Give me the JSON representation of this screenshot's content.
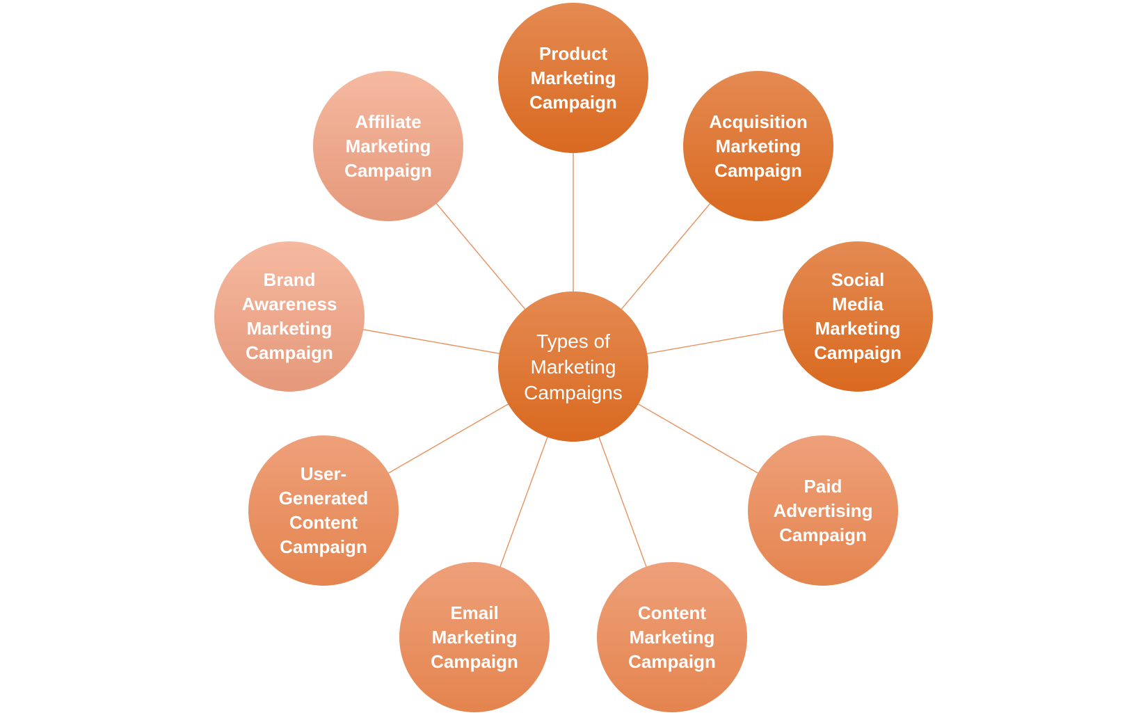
{
  "center": {
    "label": "Types of\nMarketing\nCampaigns"
  },
  "nodes": [
    {
      "id": "product",
      "label": "Product\nMarketing\nCampaign"
    },
    {
      "id": "acquisition",
      "label": "Acquisition\nMarketing\nCampaign"
    },
    {
      "id": "social-media",
      "label": "Social\nMedia\nMarketing\nCampaign"
    },
    {
      "id": "paid-advertising",
      "label": "Paid\nAdvertising\nCampaign"
    },
    {
      "id": "content",
      "label": "Content\nMarketing\nCampaign"
    },
    {
      "id": "email",
      "label": "Email\nMarketing\nCampaign"
    },
    {
      "id": "user-generated-content",
      "label": "User-\nGenerated\nContent\nCampaign"
    },
    {
      "id": "brand-awareness",
      "label": "Brand\nAwareness\nMarketing\nCampaign"
    },
    {
      "id": "affiliate",
      "label": "Affiliate\nMarketing\nCampaign"
    }
  ],
  "colors": {
    "connector": "#e8915c",
    "dark_node": "#d9691f",
    "mid_node": "#e4844e",
    "light_node": "#f0a98c",
    "text": "#ffffff"
  }
}
